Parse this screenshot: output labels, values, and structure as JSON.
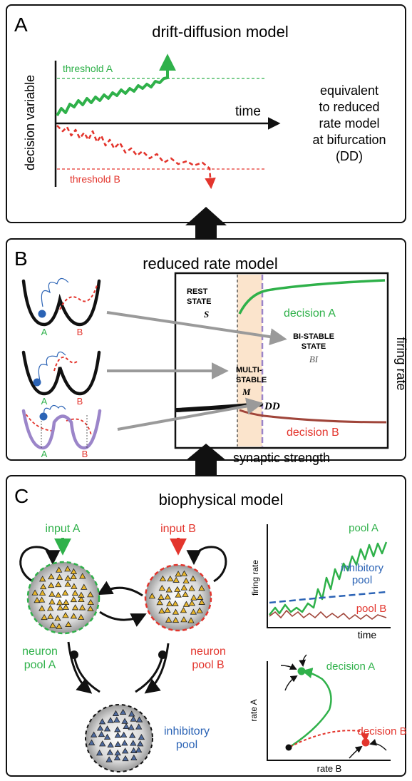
{
  "panel_a": {
    "letter": "A",
    "title": "drift-diffusion model",
    "y_axis_label": "decision variable",
    "x_axis_label": "time",
    "threshold_a_label": "threshold A",
    "threshold_b_label": "threshold B",
    "equivalence_lines": [
      "equivalent",
      "to reduced",
      "rate model",
      "at bifurcation",
      "(DD)"
    ]
  },
  "panel_b": {
    "letter": "B",
    "title": "reduced rate model",
    "x_axis_label": "synaptic strength",
    "y_axis_label": "firing rate",
    "rest_state": [
      "REST",
      "STATE"
    ],
    "rest_symbol": "S",
    "multistable": [
      "MULTI-",
      "STABLE"
    ],
    "multistable_symbol": "M",
    "bistable": [
      "BI-STABLE",
      "STATE"
    ],
    "bistable_symbol": "BI",
    "dd_label": "DD",
    "decision_a_label": "decision A",
    "decision_b_label": "decision B",
    "well_labels": [
      "A",
      "B"
    ]
  },
  "panel_c": {
    "letter": "C",
    "title": "biophysical model",
    "input_a_label": "input A",
    "input_b_label": "input B",
    "pool_a_label": [
      "neuron",
      "pool A"
    ],
    "pool_b_label": [
      "neuron",
      "pool B"
    ],
    "inhibitory_label": [
      "inhibitory",
      "pool"
    ],
    "rate_plot": {
      "y_label": "firing rate",
      "x_label": "time",
      "pool_a_label": "pool A",
      "inhibitory_label": [
        "inhibitory",
        "pool"
      ],
      "pool_b_label": "pool B"
    },
    "phase_plot": {
      "y_label": "rate A",
      "x_label": "rate B",
      "decision_a_label": "decision A",
      "decision_b_label": "decision B"
    }
  },
  "colors": {
    "green": "#2fb14a",
    "red": "#e3352d",
    "blue": "#2b63b5",
    "purple": "#9b85c9",
    "brown": "#a0453a",
    "black": "#111111",
    "gray": "#9a9a9a",
    "peach": "#fbe4cc"
  }
}
